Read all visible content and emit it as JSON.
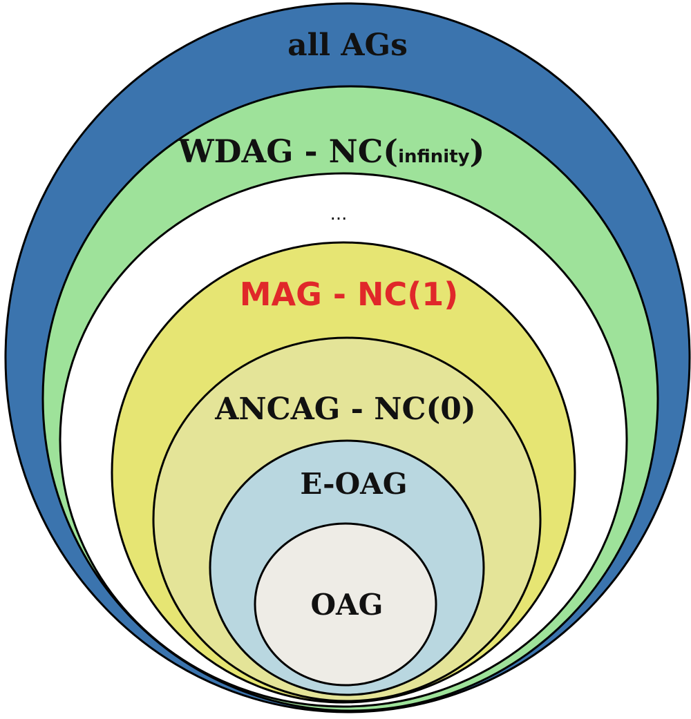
{
  "diagram": {
    "sets": [
      {
        "id": "all-ags",
        "label": "all AGs",
        "fill": "#3b74ae"
      },
      {
        "id": "wdag",
        "label_main": "WDAG - NC(",
        "label_sub": "infinity",
        "label_close": ")",
        "fill": "#9ee29a"
      },
      {
        "id": "gap",
        "label": "...",
        "fill": "#ffffff"
      },
      {
        "id": "mag",
        "label": "MAG - NC(1)",
        "fill": "#e6e573",
        "label_color": "#e0282a"
      },
      {
        "id": "ancag",
        "label": "ANCAG - NC(0)",
        "fill": "#e4e498"
      },
      {
        "id": "e-oag",
        "label": "E-OAG",
        "fill": "#b9d7e0"
      },
      {
        "id": "oag",
        "label": "OAG",
        "fill": "#eeece6"
      }
    ]
  }
}
